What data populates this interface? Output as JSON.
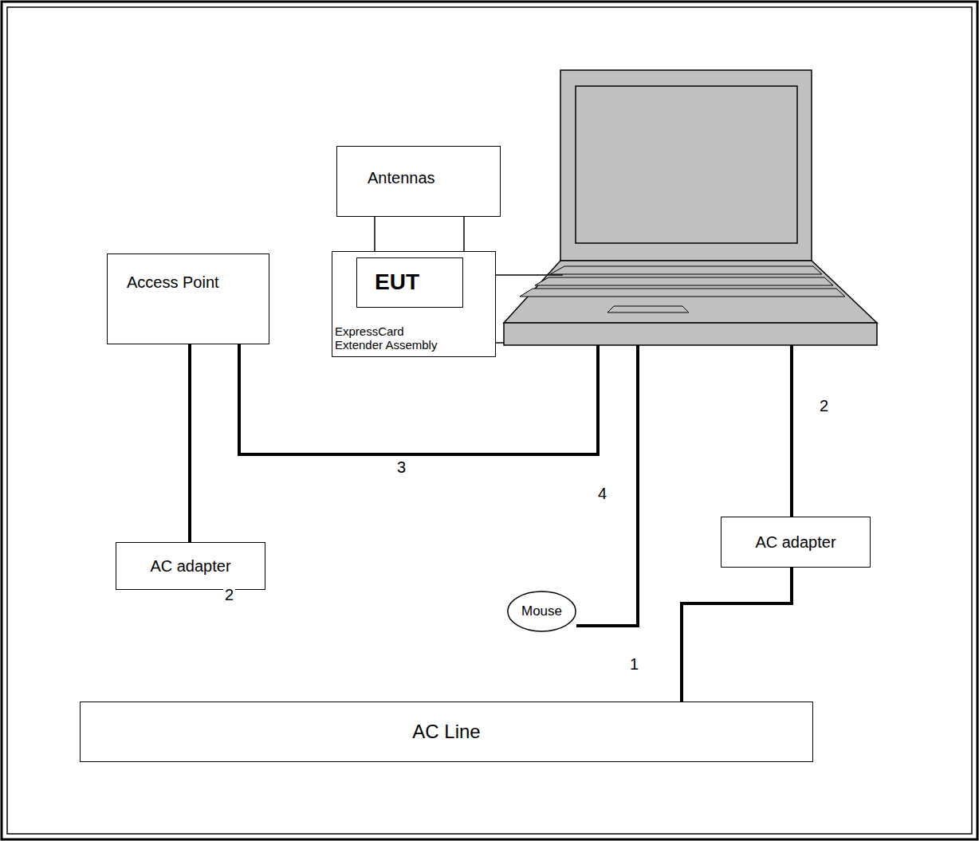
{
  "diagram": {
    "nodes": [
      {
        "text": [
          "Antennas"
        ]
      },
      {
        "text": [
          "Access Point"
        ]
      },
      {
        "text": [
          "ExpressCard Extender Assembly"
        ]
      },
      {
        "text": [
          "EUT"
        ],
        "in": 2
      },
      {
        "text": [
          "AC adapter"
        ]
      },
      {
        "text": [
          "Mouse"
        ]
      },
      {
        "text": [
          "AC adapter"
        ]
      },
      {
        "text": [
          "AC Line"
        ]
      }
    ],
    "edges": [
      {
        "from": 0,
        "to": 3,
        "arrow": "none"
      },
      {
        "from": 0,
        "to": 2,
        "arrow": "none"
      },
      {
        "from": 6,
        "to": 1,
        "arrow": "none"
      },
      {
        "from": 7,
        "to": 4,
        "arrow": "none"
      }
    ],
    "labels": [
      "2",
      "3",
      "4",
      "2",
      "1"
    ]
  }
}
